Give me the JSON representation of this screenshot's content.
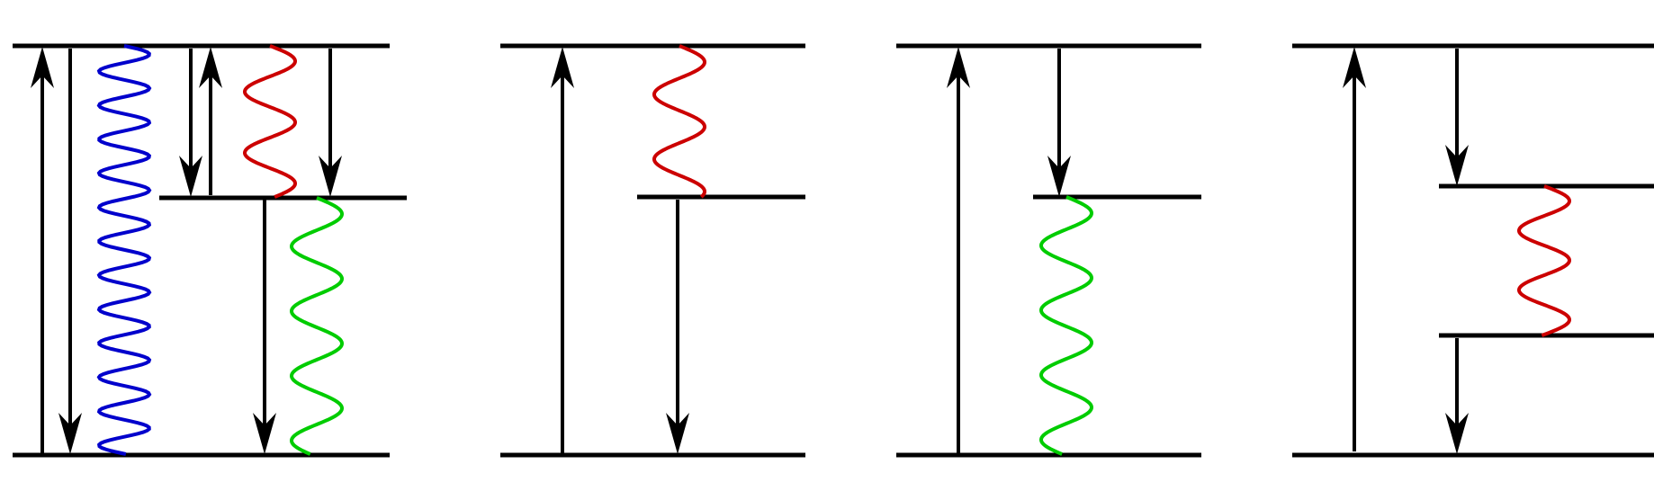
{
  "diagrams": [
    {
      "name": "diagram-1",
      "levels": [
        "ground",
        "intermediate",
        "upper"
      ],
      "transitions": [
        {
          "kind": "arrow",
          "from": "ground",
          "to": "upper"
        },
        {
          "kind": "arrow",
          "from": "upper",
          "to": "ground"
        },
        {
          "kind": "wavy",
          "from": "upper",
          "to": "ground",
          "color": "#0000cc"
        },
        {
          "kind": "arrow",
          "from": "upper",
          "to": "intermediate"
        },
        {
          "kind": "arrow",
          "from": "intermediate",
          "to": "upper"
        },
        {
          "kind": "wavy",
          "from": "upper",
          "to": "intermediate",
          "color": "#cc0000"
        },
        {
          "kind": "arrow",
          "from": "upper",
          "to": "intermediate"
        },
        {
          "kind": "arrow",
          "from": "intermediate",
          "to": "ground"
        },
        {
          "kind": "wavy",
          "from": "intermediate",
          "to": "ground",
          "color": "#00cc00"
        }
      ]
    },
    {
      "name": "diagram-2",
      "levels": [
        "ground",
        "intermediate",
        "upper"
      ],
      "transitions": [
        {
          "kind": "arrow",
          "from": "ground",
          "to": "upper"
        },
        {
          "kind": "wavy",
          "from": "upper",
          "to": "intermediate",
          "color": "#cc0000"
        },
        {
          "kind": "arrow",
          "from": "intermediate",
          "to": "ground"
        }
      ]
    },
    {
      "name": "diagram-3",
      "levels": [
        "ground",
        "intermediate",
        "upper"
      ],
      "transitions": [
        {
          "kind": "arrow",
          "from": "ground",
          "to": "upper"
        },
        {
          "kind": "arrow",
          "from": "upper",
          "to": "intermediate"
        },
        {
          "kind": "wavy",
          "from": "intermediate",
          "to": "ground",
          "color": "#00cc00"
        }
      ]
    },
    {
      "name": "diagram-4",
      "levels": [
        "ground",
        "lower-intermediate",
        "upper-intermediate",
        "upper"
      ],
      "transitions": [
        {
          "kind": "arrow",
          "from": "ground",
          "to": "upper"
        },
        {
          "kind": "arrow",
          "from": "upper",
          "to": "upper-intermediate"
        },
        {
          "kind": "wavy",
          "from": "upper-intermediate",
          "to": "lower-intermediate",
          "color": "#cc0000"
        },
        {
          "kind": "arrow",
          "from": "lower-intermediate",
          "to": "ground"
        }
      ]
    }
  ]
}
